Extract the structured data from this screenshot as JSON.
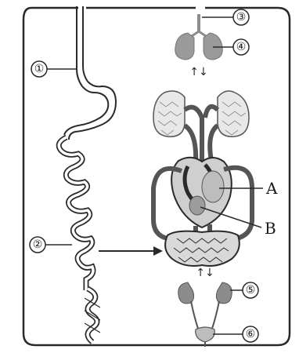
{
  "labels": {
    "esophagus": "①",
    "small_intestine": "②",
    "trachea": "③",
    "lungs": "④",
    "kidney": "⑤",
    "bladder": "⑥",
    "heart_chamber_a": "A",
    "heart_chamber_b": "B"
  },
  "symbols": {
    "exchange_top": "↑↓",
    "exchange_bottom": "↑↓"
  },
  "colors": {
    "outline": "#2a2a2a",
    "vessel": "#555555",
    "organ_gray": "#8c8c8c",
    "heart_fill": "#bfbfbf",
    "lung_fill": "#9a9a9a"
  }
}
